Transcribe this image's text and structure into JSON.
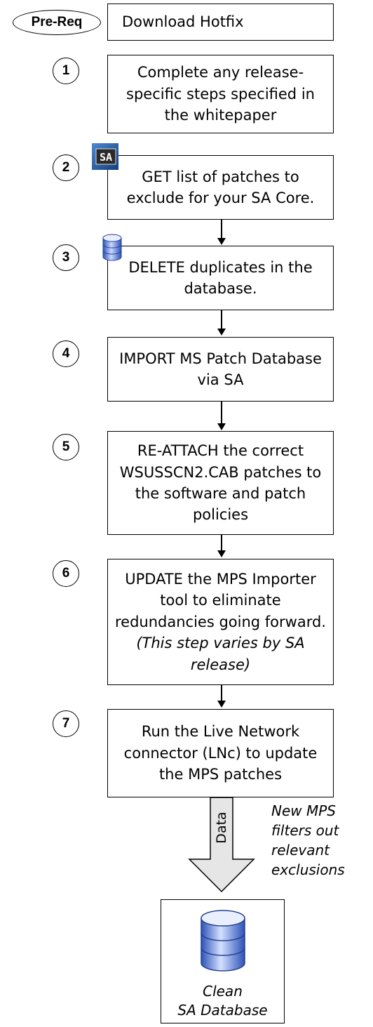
{
  "prereq": {
    "badge": "Pre-Req",
    "box_text": "Download Hotfix"
  },
  "steps": [
    {
      "number": "1",
      "text": "Complete any release-specific steps specified in the whitepaper"
    },
    {
      "number": "2",
      "text": "GET list of patches to exclude for your SA Core."
    },
    {
      "number": "3",
      "text": "DELETE duplicates in the database."
    },
    {
      "number": "4",
      "text": "IMPORT MS Patch Database via SA"
    },
    {
      "number": "5",
      "text": "RE-ATTACH the correct WSUSSCN2.CAB patches to the software and patch policies"
    },
    {
      "number": "6",
      "text": "UPDATE the MPS Importer tool to eliminate redundancies going forward.",
      "text_italic": "(This step varies by SA release)"
    },
    {
      "number": "7",
      "text": "Run the Live Network connector (LNc) to update the MPS patches"
    }
  ],
  "icons": {
    "sa_icon_text": "SA",
    "sa_icon_name": "sa-logo-icon",
    "db_icon_name": "database-icon",
    "final_db_icon_name": "database-icon"
  },
  "flow": {
    "data_arrow_label": "Data",
    "note": "New MPS filters out relevant exclusions"
  },
  "result": {
    "line1": "Clean",
    "line2": "SA Database"
  },
  "colors": {
    "db_blue_dark": "#3a5fc8",
    "db_blue_light": "#c9d8ff",
    "sa_blue": "#1e5aa8",
    "arrow_gray": "#e6e6e6"
  }
}
